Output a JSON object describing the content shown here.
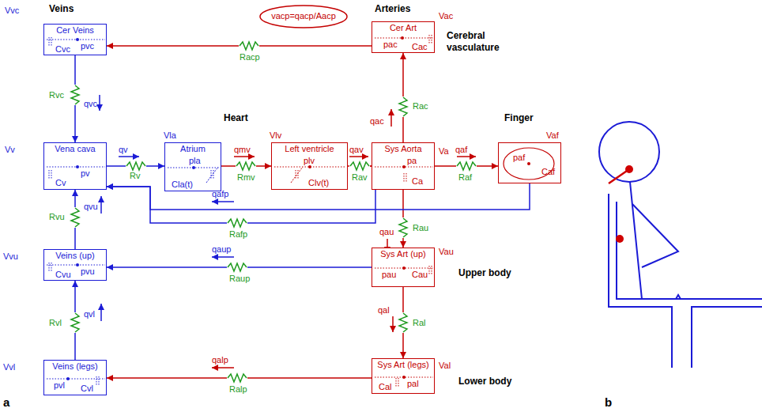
{
  "diagram": {
    "nodes": [
      {
        "text": [
          "Cer Veins",
          "Vvc",
          "Cvc",
          "pvc"
        ]
      },
      {
        "text": [
          "Cer Art",
          "Vac",
          "pac",
          "Cac"
        ]
      },
      {
        "text": [
          "Vena cava",
          "Vv",
          "Cv",
          "pv"
        ]
      },
      {
        "text": [
          "Atrium",
          "Vla",
          "pla",
          "Cla(t)"
        ]
      },
      {
        "text": [
          "Left ventricle",
          "Vlv",
          "plv",
          "Clv(t)"
        ]
      },
      {
        "text": [
          "Sys Aorta",
          "Va",
          "pa",
          "Ca"
        ]
      },
      {
        "text": [
          "Vaf",
          "paf",
          "Caf"
        ]
      },
      {
        "text": [
          "Veins (up)",
          "Vvu",
          "Cvu",
          "pvu"
        ]
      },
      {
        "text": [
          "Sys Art (up)",
          "Vau",
          "pau",
          "Cau"
        ]
      },
      {
        "text": [
          "Veins (legs)",
          "Vvl",
          "pvl",
          "Cvl"
        ]
      },
      {
        "text": [
          "Sys Art (legs)",
          "Val",
          "pal",
          "Cal"
        ]
      },
      {
        "text": [
          "vacp=qacp/Aacp"
        ]
      }
    ],
    "edges": [
      {
        "from": 1,
        "to": 0,
        "arrow": "to",
        "label": "Racp"
      },
      {
        "from": 0,
        "to": 2,
        "arrow": "to",
        "label": "Rvc"
      },
      {
        "from": 2,
        "to": 3,
        "arrow": "to",
        "label": "Rv"
      },
      {
        "from": 3,
        "to": 4,
        "arrow": "to",
        "label": "Rmv"
      },
      {
        "from": 4,
        "to": 5,
        "arrow": "to",
        "label": "Rav"
      },
      {
        "from": 5,
        "to": 6,
        "arrow": "to",
        "label": "Raf"
      },
      {
        "from": 5,
        "to": 1,
        "arrow": "to",
        "label": "Rac"
      },
      {
        "from": 5,
        "to": 8,
        "arrow": "to",
        "label": "Rau"
      },
      {
        "from": 8,
        "to": 10,
        "arrow": "to",
        "label": "Ral"
      },
      {
        "from": 5,
        "to": 2,
        "arrow": "to",
        "label": "Rafp"
      },
      {
        "from": 6,
        "to": 2,
        "arrow": "to"
      },
      {
        "from": 8,
        "to": 7,
        "arrow": "to",
        "label": "Raup"
      },
      {
        "from": 10,
        "to": 9,
        "arrow": "to",
        "label": "Ralp"
      },
      {
        "from": 7,
        "to": 2,
        "arrow": "to",
        "label": "Rvu"
      },
      {
        "from": 9,
        "to": 7,
        "arrow": "to",
        "label": "Rvl"
      }
    ],
    "labels": [
      "Veins",
      "Arteries",
      "Cerebral vasculature",
      "Heart",
      "Finger",
      "Upper body",
      "Lower body",
      "a",
      "b",
      "qvc",
      "qv",
      "qmv",
      "qav",
      "qaf",
      "qac",
      "qau",
      "qal",
      "qafp",
      "qaup",
      "qalp",
      "qvu",
      "qvl"
    ]
  }
}
